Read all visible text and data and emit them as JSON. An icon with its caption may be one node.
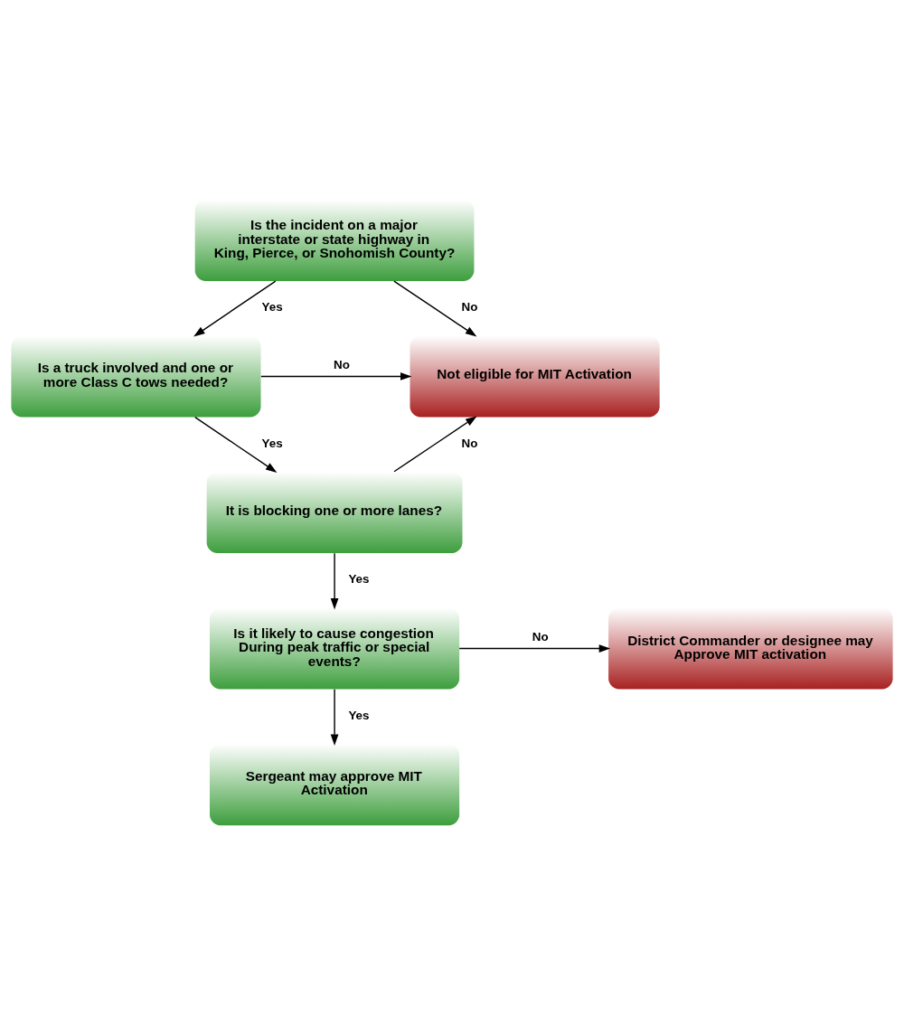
{
  "diagram": {
    "nodes": [
      {
        "text": [
          "Is the incident on a major interstate or state highway in King, Pierce, or Snohomish County?"
        ]
      },
      {
        "text": [
          "Is a truck involved and one or more Class C tows needed?"
        ]
      },
      {
        "text": [
          "It is blocking one or more lanes?"
        ]
      },
      {
        "text": [
          "Is it likely to cause congestion During peak traffic or special events?"
        ]
      },
      {
        "text": [
          "Sergeant may approve MIT Activation"
        ]
      },
      {
        "text": [
          "Not eligible for MIT Activation"
        ]
      },
      {
        "text": [
          "District Commander or designee may Approve MIT activation"
        ]
      }
    ],
    "edges": [
      {
        "from": 0,
        "to": 1,
        "arrow": "to",
        "label": "Yes"
      },
      {
        "from": 0,
        "to": 5,
        "arrow": "to",
        "label": "No"
      },
      {
        "from": 1,
        "to": 5,
        "arrow": "to",
        "label": "No"
      },
      {
        "from": 1,
        "to": 2,
        "arrow": "to",
        "label": "Yes"
      },
      {
        "from": 2,
        "to": 5,
        "arrow": "to",
        "label": "No"
      },
      {
        "from": 2,
        "to": 3,
        "arrow": "to",
        "label": "Yes"
      },
      {
        "from": 3,
        "to": 6,
        "arrow": "to",
        "label": "No"
      },
      {
        "from": 3,
        "to": 4,
        "arrow": "to",
        "label": "Yes"
      }
    ]
  }
}
